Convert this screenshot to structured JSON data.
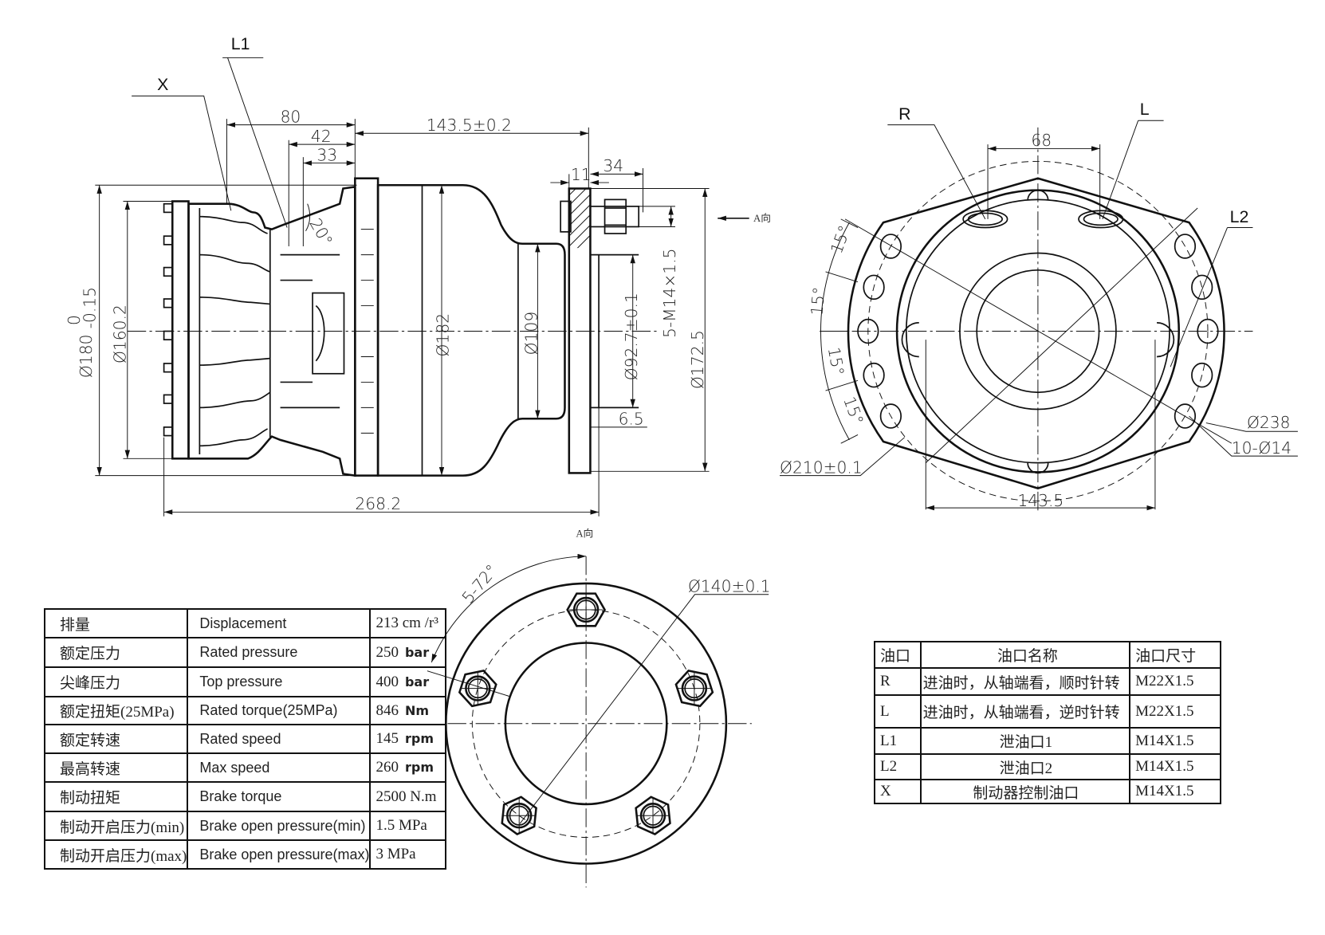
{
  "side_view": {
    "leader_X": "X",
    "leader_L1": "L1",
    "dim_80": "80",
    "dim_42": "42",
    "dim_33": "33",
    "dim_143_5": "143.5±0.2",
    "dim_11": "11",
    "dim_34": "34",
    "view_arrow": "A向",
    "dia_180": "Ø180",
    "dia_180_tol_upper": "0",
    "dia_180_tol_lower": "-0.15",
    "dia_160": "Ø160.2",
    "dia_182": "Ø182",
    "dia_109": "Ø109",
    "dia_92": "Ø92.7±0.1",
    "thread": "5-M14×1.5",
    "dia_172": "Ø172.5",
    "dim_6_5": "6.5",
    "dim_268": "268.2",
    "angle_20": "20°"
  },
  "front_view": {
    "leader_R": "R",
    "leader_L": "L",
    "leader_L2": "L2",
    "dim_68": "68",
    "angle_1": "15°",
    "angle_2": "15°",
    "angle_3": "15°",
    "angle_4": "15°",
    "dia_238": "Ø238",
    "holes": "10-Ø14",
    "dia_210": "Ø210±0.1",
    "dim_143_5": "143.5"
  },
  "view_a": {
    "title": "A向",
    "angle": "5-72°",
    "dia_140": "Ø140±0.1"
  },
  "spec_table": {
    "rows": [
      {
        "cn": "排量",
        "en": "Displacement",
        "value": "213 cm /r³",
        "unit": ""
      },
      {
        "cn": "额定压力",
        "en": "Rated pressure",
        "value": "250",
        "unit": "bar"
      },
      {
        "cn": "尖峰压力",
        "en": "Top pressure",
        "value": "400",
        "unit": "bar"
      },
      {
        "cn": "额定扭矩(25MPa)",
        "en": "Rated torque(25MPa)",
        "value": "846",
        "unit": "Nm"
      },
      {
        "cn": "额定转速",
        "en": "Rated speed",
        "value": "145",
        "unit": "rpm"
      },
      {
        "cn": "最高转速",
        "en": "Max speed",
        "value": "260",
        "unit": "rpm"
      },
      {
        "cn": "制动扭矩",
        "en": "Brake torque",
        "value": "2500 N.m",
        "unit": ""
      },
      {
        "cn": "制动开启压力(min)",
        "en": "Brake open pressure(min)",
        "value": "1.5 MPa",
        "unit": ""
      },
      {
        "cn": "制动开启压力(max)",
        "en": "Brake open pressure(max)",
        "value": "3 MPa",
        "unit": ""
      }
    ]
  },
  "ports_table": {
    "headers": [
      "油口",
      "油口名称",
      "油口尺寸"
    ],
    "rows": [
      {
        "port": "R",
        "name": "进油时，从轴端看，顺时针转",
        "size": "M22X1.5"
      },
      {
        "port": "L",
        "name": "进油时，从轴端看，逆时针转",
        "size": "M22X1.5"
      },
      {
        "port": "L1",
        "name": "泄油口1",
        "size": "M14X1.5"
      },
      {
        "port": "L2",
        "name": "泄油口2",
        "size": "M14X1.5"
      },
      {
        "port": "X",
        "name": "制动器控制油口",
        "size": "M14X1.5"
      }
    ]
  }
}
